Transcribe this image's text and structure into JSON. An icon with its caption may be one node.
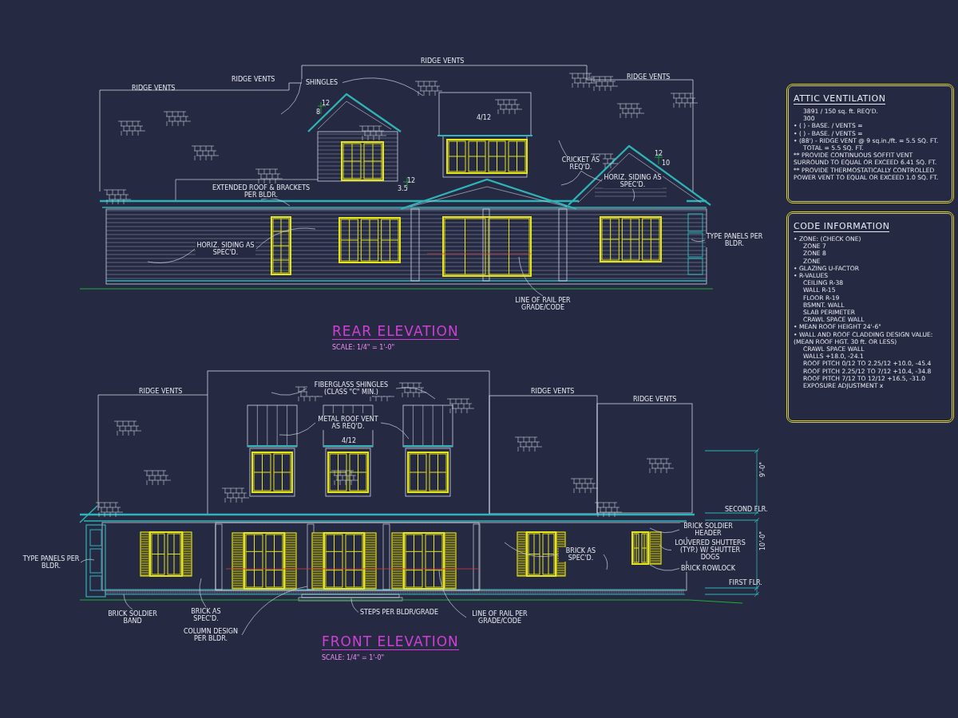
{
  "diagram": {
    "nodes": [
      {
        "text": [
          "ATTIC VENTILATION",
          "3891 / 150 sq. ft. REQ'D.",
          "300",
          "• ( ) - BASE. / VENTS =",
          "• ( ) - BASE. / VENTS =",
          "• (88') - RIDGE VENT @ 9 sq.in./ft. = 5.5 SQ. FT.",
          "TOTAL = 5.5 SQ. FT.",
          "** PROVIDE CONTINUOUS SOFFIT VENT SURROUND TO EQUAL OR EXCEED 6.41 SQ. FT.",
          "** PROVIDE THERMOSTATICALLY CONTROLLED POWER VENT TO EQUAL OR EXCEED 1.0 SQ. FT."
        ]
      },
      {
        "text": [
          "CODE INFORMATION",
          "• ZONE: (CHECK ONE)",
          "ZONE 7",
          "ZONE 8",
          "ZONE",
          "• GLAZING U-FACTOR",
          "• R-VALUES",
          "CEILING R-38",
          "WALL R-15",
          "FLOOR R-19",
          "BSMNT. WALL",
          "SLAB PERIMETER",
          "CRAWL SPACE WALL",
          "• MEAN ROOF HEIGHT 24'-6\"",
          "• WALL AND ROOF CLADDING DESIGN VALUE: (MEAN ROOF HGT. 30 ft. OR LESS)",
          "CRAWL SPACE WALL",
          "WALLS +18.0, -24.1",
          "ROOF PITCH 0/12 TO 2.25/12 +10.0, -45.4",
          "ROOF PITCH 2.25/12 TO 7/12 +10.4, -34.8",
          "ROOF PITCH 7/12 TO 12/12 +16.5, -31.0",
          "EXPOSURE ADJUSTMENT x"
        ]
      },
      {
        "text": [
          "SHINGLES"
        ]
      },
      {
        "text": [
          "EXTENDED ROOF & BRACKETS PER BLDR."
        ]
      },
      {
        "text": [
          "HORIZ. SIDING AS SPEC'D."
        ]
      },
      {
        "text": [
          "CRICKET AS REQ'D."
        ]
      },
      {
        "text": [
          "HORIZ. SIDING AS SPEC'D."
        ]
      },
      {
        "text": [
          "TYPE PANELS PER BLDR."
        ]
      },
      {
        "text": [
          "LINE OF RAIL PER GRADE/CODE"
        ]
      },
      {
        "text": [
          "FIBERGLASS SHINGLES (CLASS \"C\" MIN.)"
        ]
      },
      {
        "text": [
          "METAL ROOF VENT AS REQ'D."
        ]
      },
      {
        "text": [
          "TYPE PANELS PER BLDR."
        ]
      },
      {
        "text": [
          "BRICK SOLDIER BAND"
        ]
      },
      {
        "text": [
          "BRICK AS SPEC'D."
        ]
      },
      {
        "text": [
          "COLUMN DESIGN PER BLDR."
        ]
      },
      {
        "text": [
          "STEPS PER BLDR/GRADE"
        ]
      },
      {
        "text": [
          "LINE OF RAIL PER GRADE/CODE"
        ]
      },
      {
        "text": [
          "BRICK AS SPEC'D."
        ]
      },
      {
        "text": [
          "BRICK SOLDIER HEADER"
        ]
      },
      {
        "text": [
          "LOUVERED SHUTTERS (TYP.) W/ SHUTTER DOGS"
        ]
      },
      {
        "text": [
          "BRICK ROWLOCK"
        ]
      }
    ],
    "edges": [
      {
        "from": 2,
        "to": null,
        "arrow": "none"
      },
      {
        "from": 2,
        "to": null,
        "arrow": "none"
      },
      {
        "from": 3,
        "to": null,
        "arrow": "none"
      },
      {
        "from": 4,
        "to": null,
        "arrow": "none"
      },
      {
        "from": 4,
        "to": null,
        "arrow": "none"
      },
      {
        "from": 5,
        "to": null,
        "arrow": "none"
      },
      {
        "from": 6,
        "to": null,
        "arrow": "none"
      },
      {
        "from": 6,
        "to": null,
        "arrow": "none"
      },
      {
        "from": 7,
        "to": null,
        "arrow": "none"
      },
      {
        "from": 8,
        "to": null,
        "arrow": "none"
      },
      {
        "from": 9,
        "to": null,
        "arrow": "none"
      },
      {
        "from": 9,
        "to": null,
        "arrow": "none"
      },
      {
        "from": 10,
        "to": null,
        "arrow": "none"
      },
      {
        "from": 10,
        "to": null,
        "arrow": "none"
      },
      {
        "from": 11,
        "to": null,
        "arrow": "none"
      },
      {
        "from": 12,
        "to": null,
        "arrow": "none"
      },
      {
        "from": 13,
        "to": null,
        "arrow": "none"
      },
      {
        "from": 14,
        "to": null,
        "arrow": "none"
      },
      {
        "from": 15,
        "to": null,
        "arrow": "none"
      },
      {
        "from": 16,
        "to": null,
        "arrow": "none"
      },
      {
        "from": 17,
        "to": null,
        "arrow": "none"
      },
      {
        "from": 17,
        "to": null,
        "arrow": "none"
      },
      {
        "from": 18,
        "to": null,
        "arrow": "none"
      },
      {
        "from": 19,
        "to": null,
        "arrow": "none"
      },
      {
        "from": 20,
        "to": null,
        "arrow": "none"
      }
    ],
    "labels": [
      "RIDGE VENTS",
      "RIDGE VENTS",
      "RIDGE VENTS",
      "RIDGE VENTS",
      "12",
      "8",
      "4/12",
      "12",
      "3.5",
      "12",
      "10",
      "REAR ELEVATION",
      "SCALE: 1/4\" = 1'-0\"",
      "RIDGE VENTS",
      "RIDGE VENTS",
      "RIDGE VENTS",
      "4/12",
      "9'-0\"",
      "SECOND FLR.",
      "10'-0\"",
      "FIRST FLR.",
      "FRONT ELEVATION",
      "SCALE: 1/4\" = 1'-0\""
    ]
  }
}
